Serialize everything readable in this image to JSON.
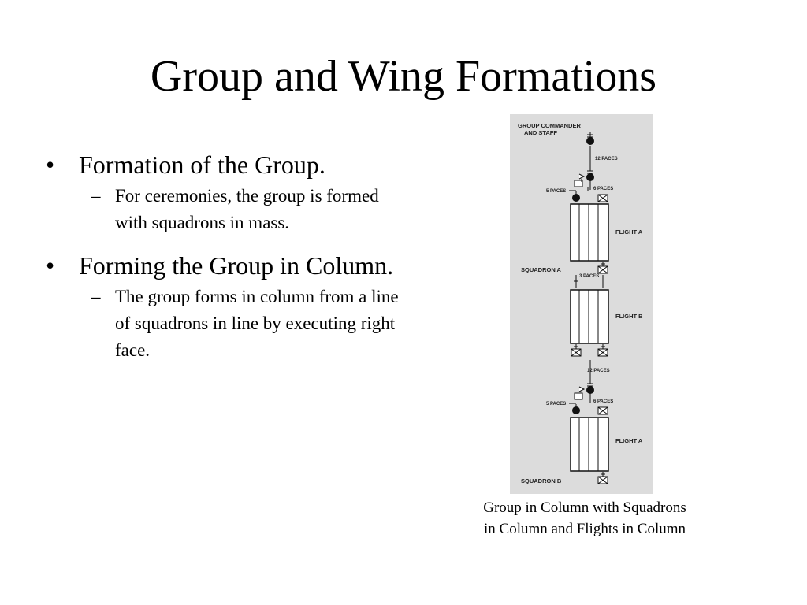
{
  "slide": {
    "title": "Group and Wing Formations",
    "bullets": [
      {
        "mark": "•",
        "text": "Formation of the Group.",
        "sub": [
          {
            "mark": "–",
            "text": "For ceremonies, the group is formed with squadrons in mass."
          }
        ]
      },
      {
        "mark": "•",
        "text": "Forming the Group in Column.",
        "sub": [
          {
            "mark": "–",
            "text": "The group forms in column from a line of squadrons in line by executing right face."
          }
        ]
      }
    ],
    "caption": "Group in Column with Squadrons in Column and Flights in Column"
  },
  "diagram": {
    "labels": {
      "commander_line1": "GROUP COMMANDER",
      "commander_line2": "AND STAFF",
      "paces_12_a": "12 PACES",
      "paces_5_a": "5 PACES",
      "paces_6_a": "6 PACES",
      "flight_a_1": "FLIGHT A",
      "squadron_a": "SQUADRON A",
      "paces_3": "3 PACES",
      "flight_b": "FLIGHT B",
      "paces_12_b": "12 PACES",
      "paces_5_b": "5 PACES",
      "paces_6_b": "6 PACES",
      "flight_a_2": "FLIGHT A",
      "squadron_b": "SQUADRON B"
    },
    "colors": {
      "background": "#dcdcdc",
      "ink": "#111111"
    }
  }
}
